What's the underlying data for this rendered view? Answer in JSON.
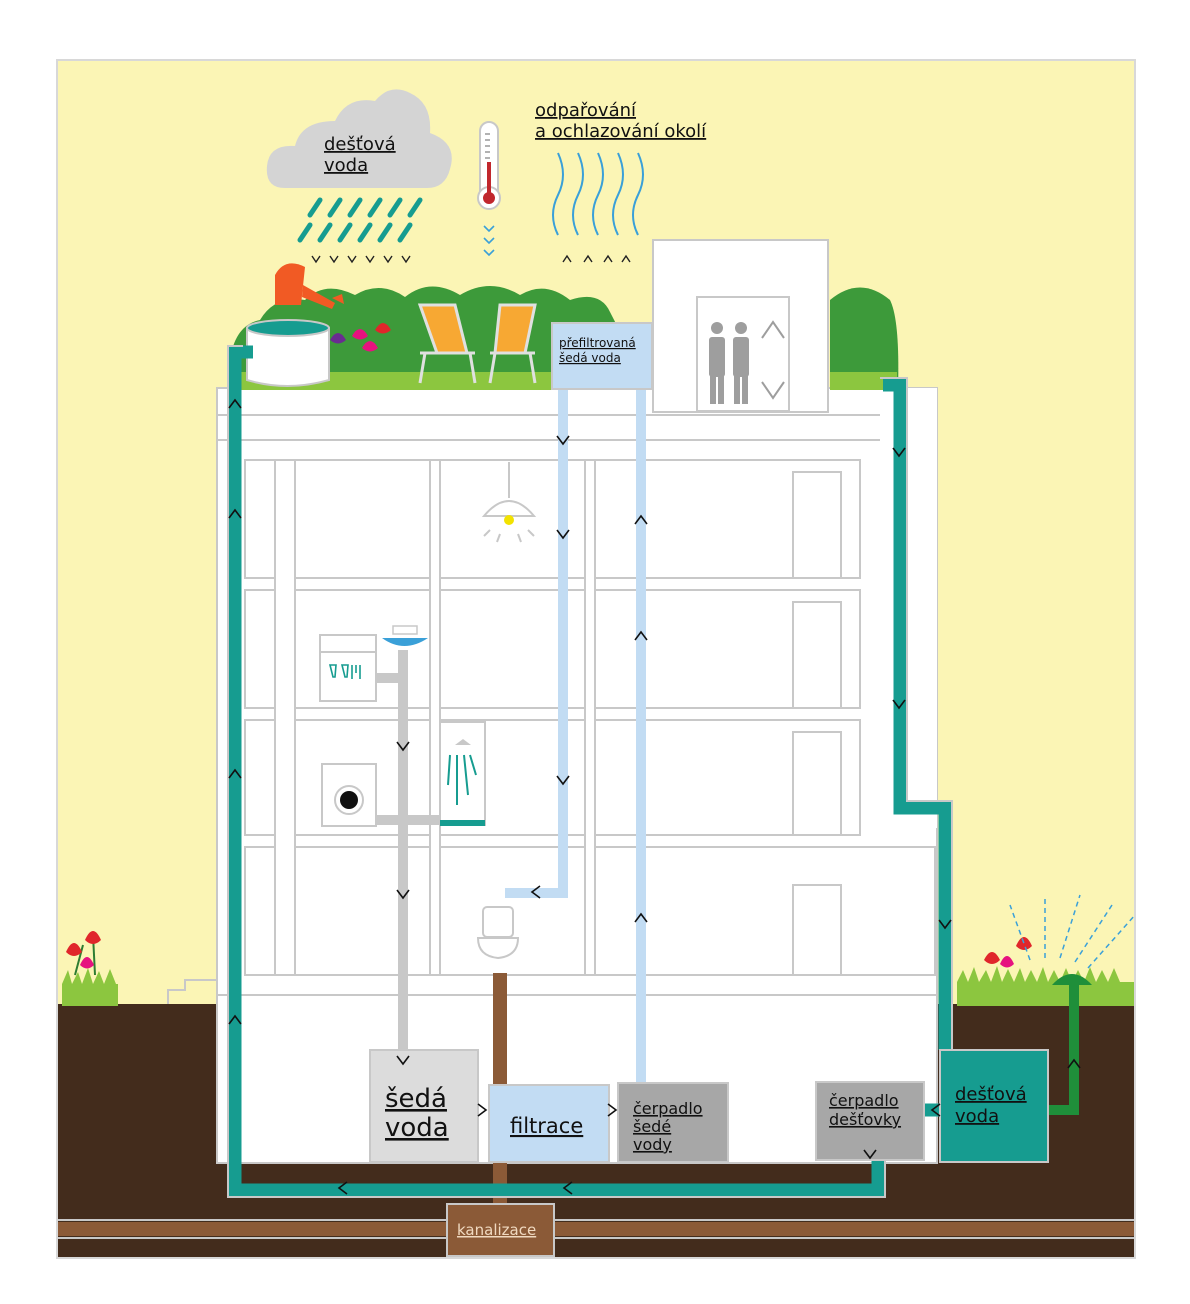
{
  "labels": {
    "rain_cloud": [
      "dešťová",
      "voda"
    ],
    "evaporation": [
      "odpařování",
      "a ochlazování okolí"
    ],
    "filtered_grey": [
      "přefiltrovaná",
      "šedá voda"
    ],
    "grey_tank": [
      "šedá",
      "voda"
    ],
    "filtration": "filtrace",
    "grey_pump": [
      "čerpadlo",
      "šedé",
      "vody"
    ],
    "rain_pump": [
      "čerpadlo",
      "dešťovky"
    ],
    "rain_tank": [
      "dešťová",
      "voda"
    ],
    "sewer": "kanalizace"
  },
  "colors": {
    "sky": "#fbf5b5",
    "soil": "#432c1c",
    "grass": "#8cc63f",
    "rain_pipe": "#169c90",
    "grey_pipe": "#c8c8c8",
    "filtered_pipe": "#c2dcf3",
    "sewer_pipe": "#8b5a37",
    "garden_pipe": "#1f8f3a",
    "pump": "#a7a7a7",
    "cloud": "#d4d4d4"
  },
  "icons": [
    "cloud-icon",
    "rain-icon",
    "thermometer-icon",
    "evaporation-waves-icon",
    "watering-can-icon",
    "rain-barrel-icon",
    "flowers-icon",
    "garden-chair-icon",
    "elevator-icon",
    "ceiling-lamp-icon",
    "sink-icon",
    "dishwasher-icon",
    "washing-machine-icon",
    "shower-icon",
    "toilet-icon",
    "sprinkler-icon"
  ]
}
